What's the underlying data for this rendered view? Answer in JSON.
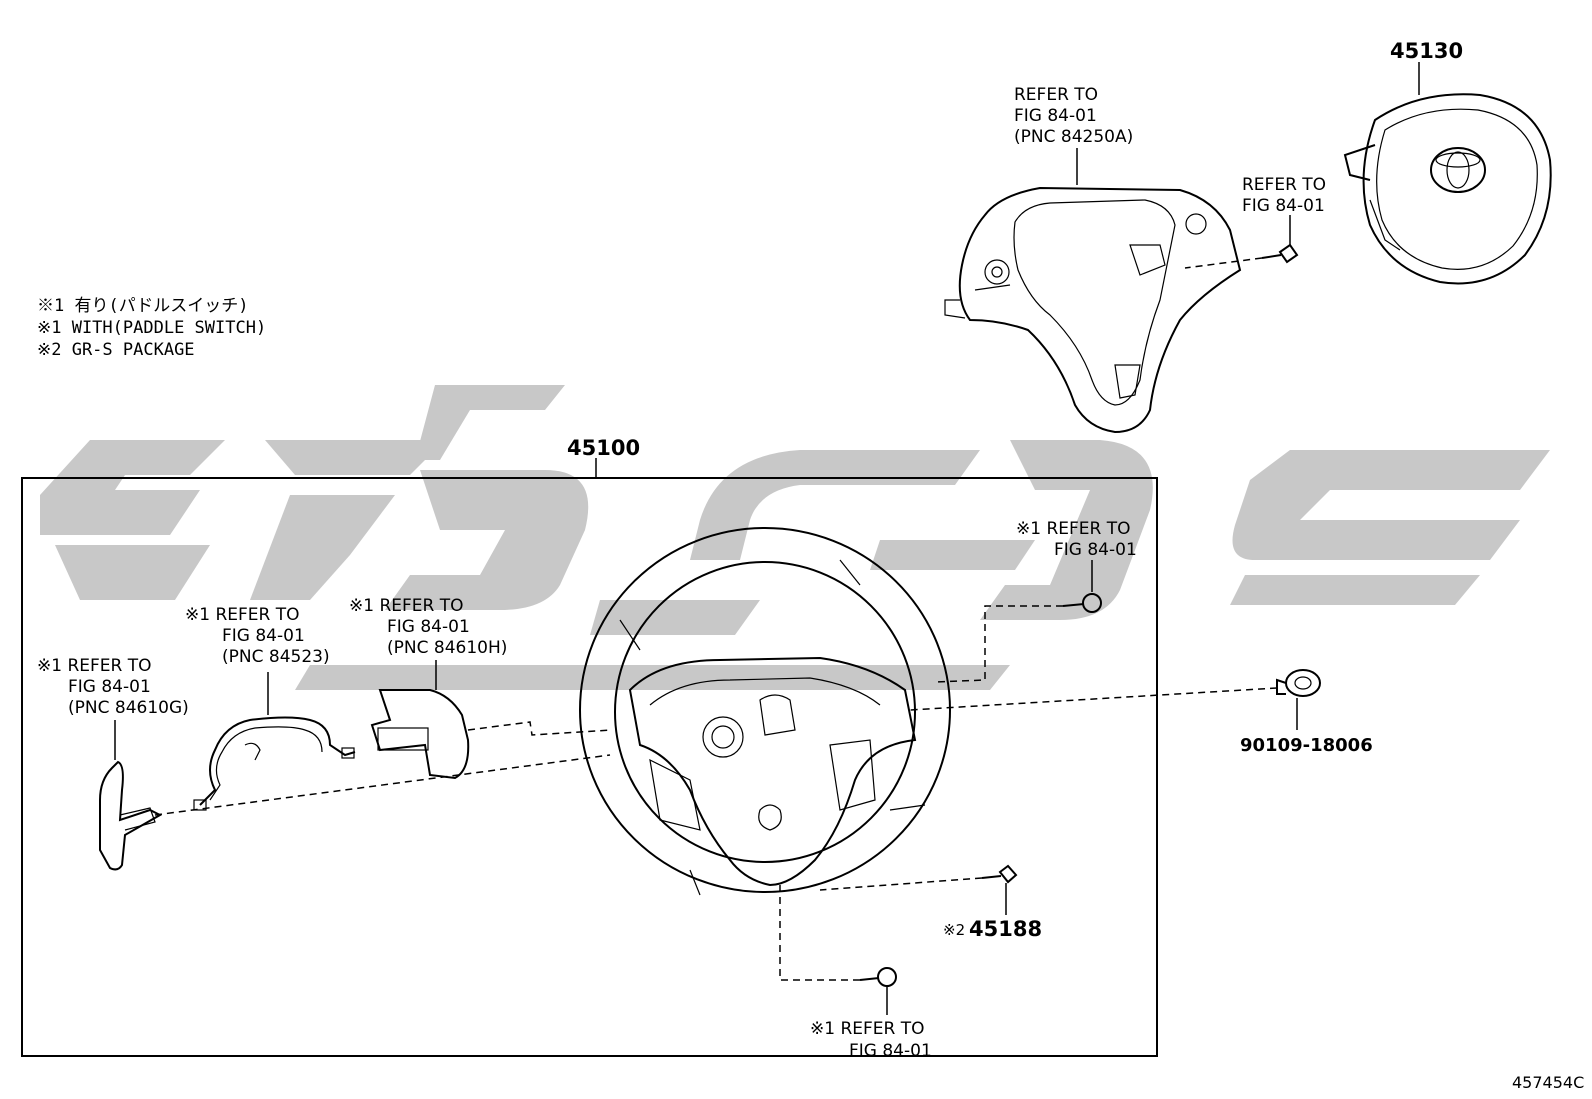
{
  "notes": [
    "※1 有り(パドルスイッチ)",
    "※1 WITH(PADDLE SWITCH)",
    "※2 GR-S PACKAGE"
  ],
  "parts": {
    "airbag": "45130",
    "wheel": "45100",
    "bolt": "90109-18006",
    "screw_mark": "※2",
    "screw": "45188"
  },
  "callouts": {
    "pad": [
      "REFER TO",
      "FIG 84-01",
      "(PNC 84250A)"
    ],
    "airbag_bolt": [
      "REFER TO",
      "FIG 84-01"
    ],
    "top_screw": [
      "※1 REFER TO",
      "FIG 84-01"
    ],
    "bottom_screw": [
      "※1 REFER TO",
      "FIG 84-01"
    ],
    "paddle_left": [
      "※1 REFER TO",
      "FIG 84-01",
      "(PNC 84610G)"
    ],
    "wire": [
      "※1 REFER TO",
      "FIG 84-01",
      "(PNC 84523)"
    ],
    "paddle_right": [
      "※1 REFER TO",
      "FIG 84-01",
      "(PNC 84610H)"
    ]
  },
  "illustration_id": "457454C"
}
